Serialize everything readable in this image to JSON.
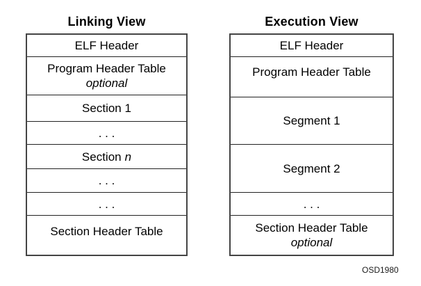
{
  "figure_code": "OSD1980",
  "colors": {
    "background": "#ffffff",
    "text": "#000000",
    "box_border": "#444444",
    "divider": "#222222"
  },
  "linking_view": {
    "title": "Linking View",
    "rows": [
      {
        "label": "ELF Header"
      },
      {
        "label": "Program Header Table",
        "note": "optional"
      },
      {
        "label": "Section 1"
      },
      {
        "label": ". . ."
      },
      {
        "label": "Section",
        "label_var": "n"
      },
      {
        "label": ". . ."
      },
      {
        "label": ". . ."
      },
      {
        "label": "Section Header Table"
      }
    ]
  },
  "execution_view": {
    "title": "Execution View",
    "rows": [
      {
        "label": "ELF Header"
      },
      {
        "label": "Program Header Table"
      },
      {
        "label": "Segment 1"
      },
      {
        "label": "Segment 2"
      },
      {
        "label": ". . ."
      },
      {
        "label": "Section Header Table",
        "note": "optional"
      }
    ]
  }
}
